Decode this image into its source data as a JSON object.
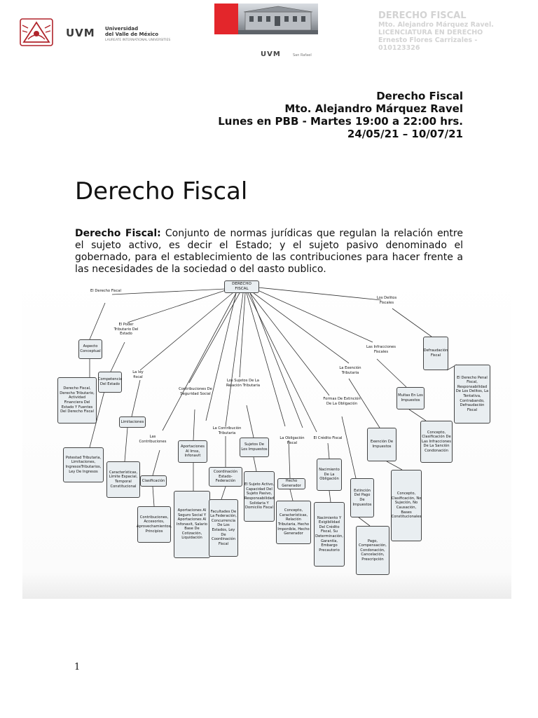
{
  "header": {
    "uvm_logo": "UVM",
    "university_line1": "Universidad",
    "university_line2": "del Valle de México",
    "university_small": "LAUREATE INTERNATIONAL UNIVERSITIES",
    "banner_logo": "UVM",
    "banner_sub": "San Rafael",
    "right_title": "DERECHO FISCAL",
    "right_teacher": "Mto. Alejandro Márquez Ravel.",
    "right_degree": "LICENCIATURA EN DERECHO",
    "right_student": "Ernesto Flores Carrizales -",
    "right_id": "010123326"
  },
  "info": {
    "line1": "Derecho Fiscal",
    "line2": "Mto. Alejandro Márquez Ravel",
    "line3": "Lunes en PBB - Martes 19:00 a 22:00 hrs.",
    "line4": "24/05/21 – 10/07/21"
  },
  "document": {
    "title": "Derecho Fiscal",
    "definition_term": "Derecho Fiscal:",
    "definition_text": " Conjunto de normas jurídicas que regulan la relación entre el sujeto activo, es decir el Estado; y el sujeto pasivo denominado el gobernado, para el establecimiento de las contribuciones para hacer frente a las necesidades de la sociedad o del gasto publico."
  },
  "concept_map": {
    "root": "DERECHO FISCAL",
    "labels": {
      "el_derecho_fiscal": "El Derecho Fiscal",
      "poder_tributario": "El Poder Tributario Del Estado",
      "ley_fiscal": "La ley fiscal",
      "contribuciones_ss": "Contribuciones De Seguridad Social",
      "sujetos": "Los Sujetos De La Relación Tributaria",
      "exencion": "La Exención Tributaria",
      "infracciones": "Las Infracciones Fiscales",
      "delitos": "Los Delitos Fiscales",
      "las_contribuciones": "Las Contribuciones",
      "formas_extincion": "Formas De Extinción De La Obligación",
      "contribucion_tributaria": "La Contribución Tributaria",
      "obligacion_fiscal": "La Obligación Fiscal",
      "credito_fiscal": "El Crédito Fiscal"
    },
    "nodes": {
      "aspecto": "Aspecto Conceptual",
      "aspecto_detalle": "Derecho Fiscal, Derecho Tributario, Actividad Financiera Del Estado Y Fuentes Del Derecho Fiscal",
      "competencia": "Competencia Del Estado",
      "potestad": "Potestad Tributaria, Limitaciones, IngresosTributarios, Ley De Ingresos",
      "limitaciones": "Limitaciones",
      "caracteristicas": "Características, Límite Espacial, Temporal Constitucional",
      "clasificacion": "Clasificación",
      "contrib_detalle": "Contribuciones, Accesorios, Aprovechamientos, Principios",
      "aportaciones": "Aportaciones Al Imss, Infonavit",
      "aportaciones_detalle": "Aportaciones Al Seguro Social Y Aportaciones Al Infonavit, Salario Base De Cotización, Liquidación",
      "coordinacion": "Coordinación Estado-Federación",
      "facultades": "Facultades De La Federación, Concurrencia De Los Estados, Ley De Coordinación Fiscal",
      "sujetos_impuestos": "Sujetos De Los Impuestos",
      "sujeto_activo": "El Sujeto Activo, Capacidad Del Sujeto Pasivo, Responsabilidad Solidaria Y Domicilio Fiscal",
      "hecho_generador": "Hecho Generador",
      "concepto_obligacion": "Concepto, Características, Relación Tributaria, Hecho Imponible, Hecho Generador",
      "nacimiento": "Nacimiento De La Obligación",
      "nacimiento_detalle": "Nacimiento Y Exigibilidad Del Crédito Fiscal, Su Determinación, Garantía, Embargo Precautorio",
      "extincion_pago": "Extinción Del Pago De Impuestos",
      "pago": "Pago, Compensación, Condonación, Cancelación, Prescripción",
      "exencion_impuestos": "Exención De Impuestos",
      "concepto_exencion": "Concepto, Clasificación, No Sujeción, No Causación, Bases Constitucionales",
      "multas": "Multas En Los Impuestos",
      "concepto_infracciones": "Concepto, Clasificación De Las Infracciones De La Sanción Condonación",
      "defraudacion": "Defraudación Fiscal",
      "derecho_penal": "El Derecho Penal Fiscal, Responsabilidad De Los Delitos, La Tentativa, Contrabando, Defraudación Fiscal"
    }
  },
  "footer": {
    "page_number": "1"
  },
  "colors": {
    "header_gray": "#d3d3d3",
    "banner_red": "#e3262b",
    "node_fill": "#e9eef1",
    "crest_red": "#b0242b"
  }
}
